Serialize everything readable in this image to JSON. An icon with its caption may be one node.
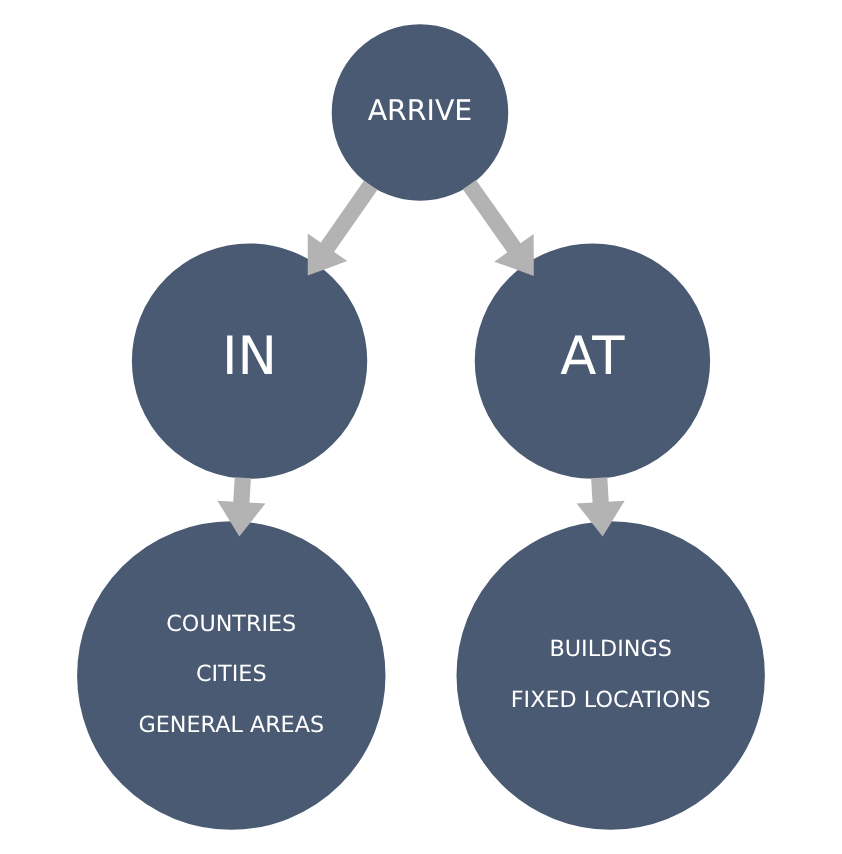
{
  "diagram": {
    "nodes": [
      {
        "text": [
          "ARRIVE"
        ]
      },
      {
        "text": [
          "IN"
        ]
      },
      {
        "text": [
          "AT"
        ]
      },
      {
        "text": [
          "COUNTRIES",
          "CITIES",
          "GENERAL AREAS"
        ]
      },
      {
        "text": [
          "BUILDINGS",
          "FIXED LOCATIONS"
        ]
      }
    ],
    "edges": [
      {
        "from": 0,
        "to": 1,
        "arrow": "to"
      },
      {
        "from": 0,
        "to": 2,
        "arrow": "to"
      },
      {
        "from": 1,
        "to": 3,
        "arrow": "to"
      },
      {
        "from": 2,
        "to": 4,
        "arrow": "to"
      }
    ]
  }
}
